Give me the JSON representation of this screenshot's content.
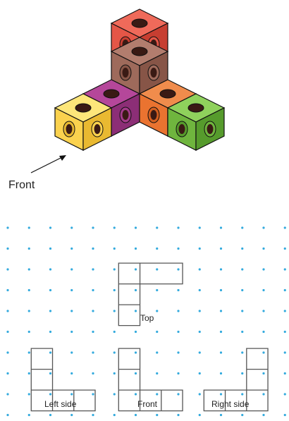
{
  "cube_figure": {
    "pointer_label": "Front",
    "colors": {
      "red": {
        "top": "#ef6a5a",
        "left": "#e45647",
        "right": "#c73e31"
      },
      "brown": {
        "top": "#b27d6e",
        "left": "#9e6a5b",
        "right": "#875547"
      },
      "purple": {
        "top": "#b5479a",
        "left": "#a43b8a",
        "right": "#8c2e76"
      },
      "yellow": {
        "top": "#fde67a",
        "left": "#fbd24e",
        "right": "#e9b931"
      },
      "orange": {
        "top": "#f08c4c",
        "left": "#ea7330",
        "right": "#d35f20"
      },
      "green": {
        "top": "#8fd15c",
        "left": "#6fb53e",
        "right": "#569b2c"
      }
    }
  },
  "views": {
    "top": {
      "label": "Top"
    },
    "left_side": {
      "label": "Left side"
    },
    "front": {
      "label": "Front"
    },
    "right_side": {
      "label": "Right side"
    }
  },
  "dot_color": "#33aadd"
}
